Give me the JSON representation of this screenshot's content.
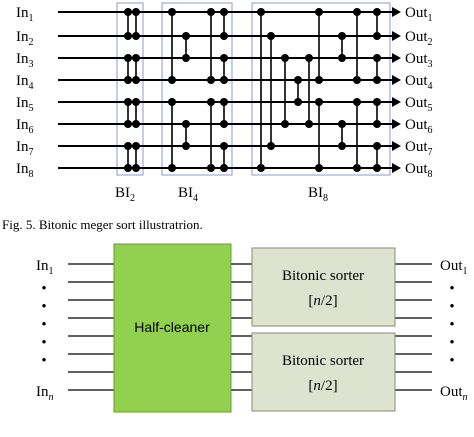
{
  "top_diagram": {
    "inputs": [
      {
        "base": "In",
        "sub": "1"
      },
      {
        "base": "In",
        "sub": "2"
      },
      {
        "base": "In",
        "sub": "3"
      },
      {
        "base": "In",
        "sub": "4"
      },
      {
        "base": "In",
        "sub": "5"
      },
      {
        "base": "In",
        "sub": "6"
      },
      {
        "base": "In",
        "sub": "7"
      },
      {
        "base": "In",
        "sub": "8"
      }
    ],
    "outputs": [
      {
        "base": "Out",
        "sub": "1"
      },
      {
        "base": "Out",
        "sub": "2"
      },
      {
        "base": "Out",
        "sub": "3"
      },
      {
        "base": "Out",
        "sub": "4"
      },
      {
        "base": "Out",
        "sub": "5"
      },
      {
        "base": "Out",
        "sub": "6"
      },
      {
        "base": "Out",
        "sub": "7"
      },
      {
        "base": "Out",
        "sub": "8"
      }
    ],
    "block_labels": [
      {
        "base": "BI",
        "sub": "2"
      },
      {
        "base": "BI",
        "sub": "4"
      },
      {
        "base": "BI",
        "sub": "8"
      }
    ],
    "caption": "Fig. 5.   Bitonic meger sort illustratrion."
  },
  "bottom_diagram": {
    "input_first": {
      "base": "In",
      "sub": "1"
    },
    "input_last": {
      "base": "In",
      "sub": "n"
    },
    "output_first": {
      "base": "Out",
      "sub": "1"
    },
    "output_last": {
      "base": "Out",
      "sub": "n"
    },
    "dots": "•",
    "half_cleaner_label": "Half-cleaner",
    "sorter_top": {
      "title": "Bitonic sorter",
      "size": "[n/2]"
    },
    "sorter_bottom": {
      "title": "Bitonic sorter",
      "size": "[n/2]"
    }
  },
  "colors": {
    "half_cleaner_fill": "#92d050",
    "sorter_fill": "#dde3cf",
    "block_outline": "#8f97d6"
  }
}
